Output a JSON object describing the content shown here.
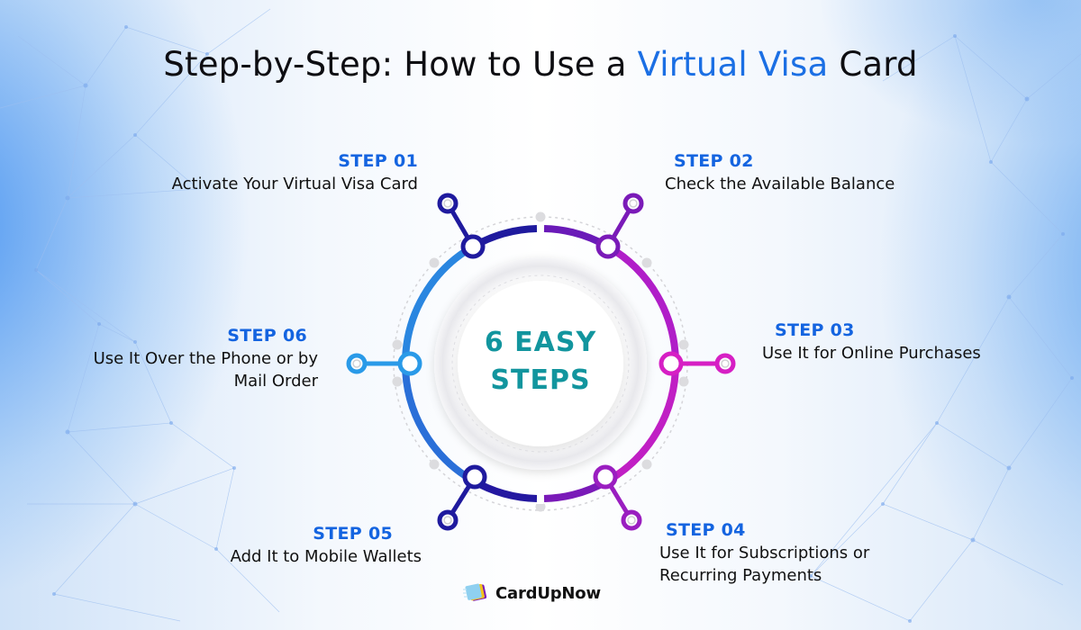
{
  "title": {
    "prefix": "Step-by-Step: How to Use a ",
    "highlight": "Virtual Visa",
    "suffix": " Card"
  },
  "center": {
    "line1": "6 EASY",
    "line2": "STEPS"
  },
  "steps": [
    {
      "number": "STEP 01",
      "text": "Activate Your Virtual Visa Card",
      "color": "#1a1a9a"
    },
    {
      "number": "STEP 02",
      "text": "Check the Available Balance",
      "color": "#7a1ab8"
    },
    {
      "number": "STEP 03",
      "text": "Use It for Online Purchases",
      "color": "#d61fc4"
    },
    {
      "number": "STEP 04",
      "text_line1": "Use It for Subscriptions or",
      "text_line2": "Recurring Payments",
      "color": "#9a1ec0"
    },
    {
      "number": "STEP 05",
      "text": "Add It to Mobile Wallets",
      "color": "#1f1a9e"
    },
    {
      "number": "STEP 06",
      "text_line1": "Use It Over the Phone or by",
      "text_line2": "Mail Order",
      "color": "#2a9ae8"
    }
  ],
  "colors": {
    "accent_blue": "#1464e0",
    "title_highlight": "#1b6fe4",
    "center_text": "#12959e",
    "ring_light_blue": "#2a9ae8",
    "ring_indigo": "#1f1a9e",
    "ring_purple": "#7a1ab8",
    "ring_magenta": "#d61fc4"
  },
  "logo": {
    "name": "CardUpNow"
  }
}
